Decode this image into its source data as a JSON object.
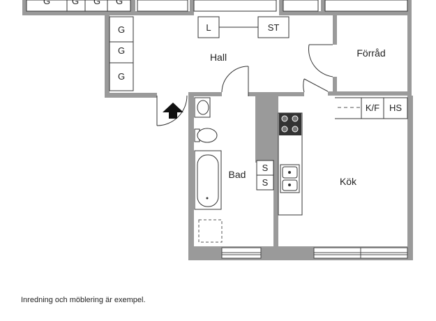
{
  "rooms": {
    "hall": "Hall",
    "forrad": "Förråd",
    "bad": "Bad",
    "kok": "Kök"
  },
  "fixtures": {
    "garderob": "G",
    "linne": "L",
    "stad": "ST",
    "skap": "S",
    "kyl_frys": "K/F",
    "hogskap": "HS"
  },
  "entrance_icon": "entrance-arrow-icon",
  "note": "Inredning och möblering är exempel.",
  "colors": {
    "wall": "#9a9a9a",
    "line": "#333333"
  }
}
